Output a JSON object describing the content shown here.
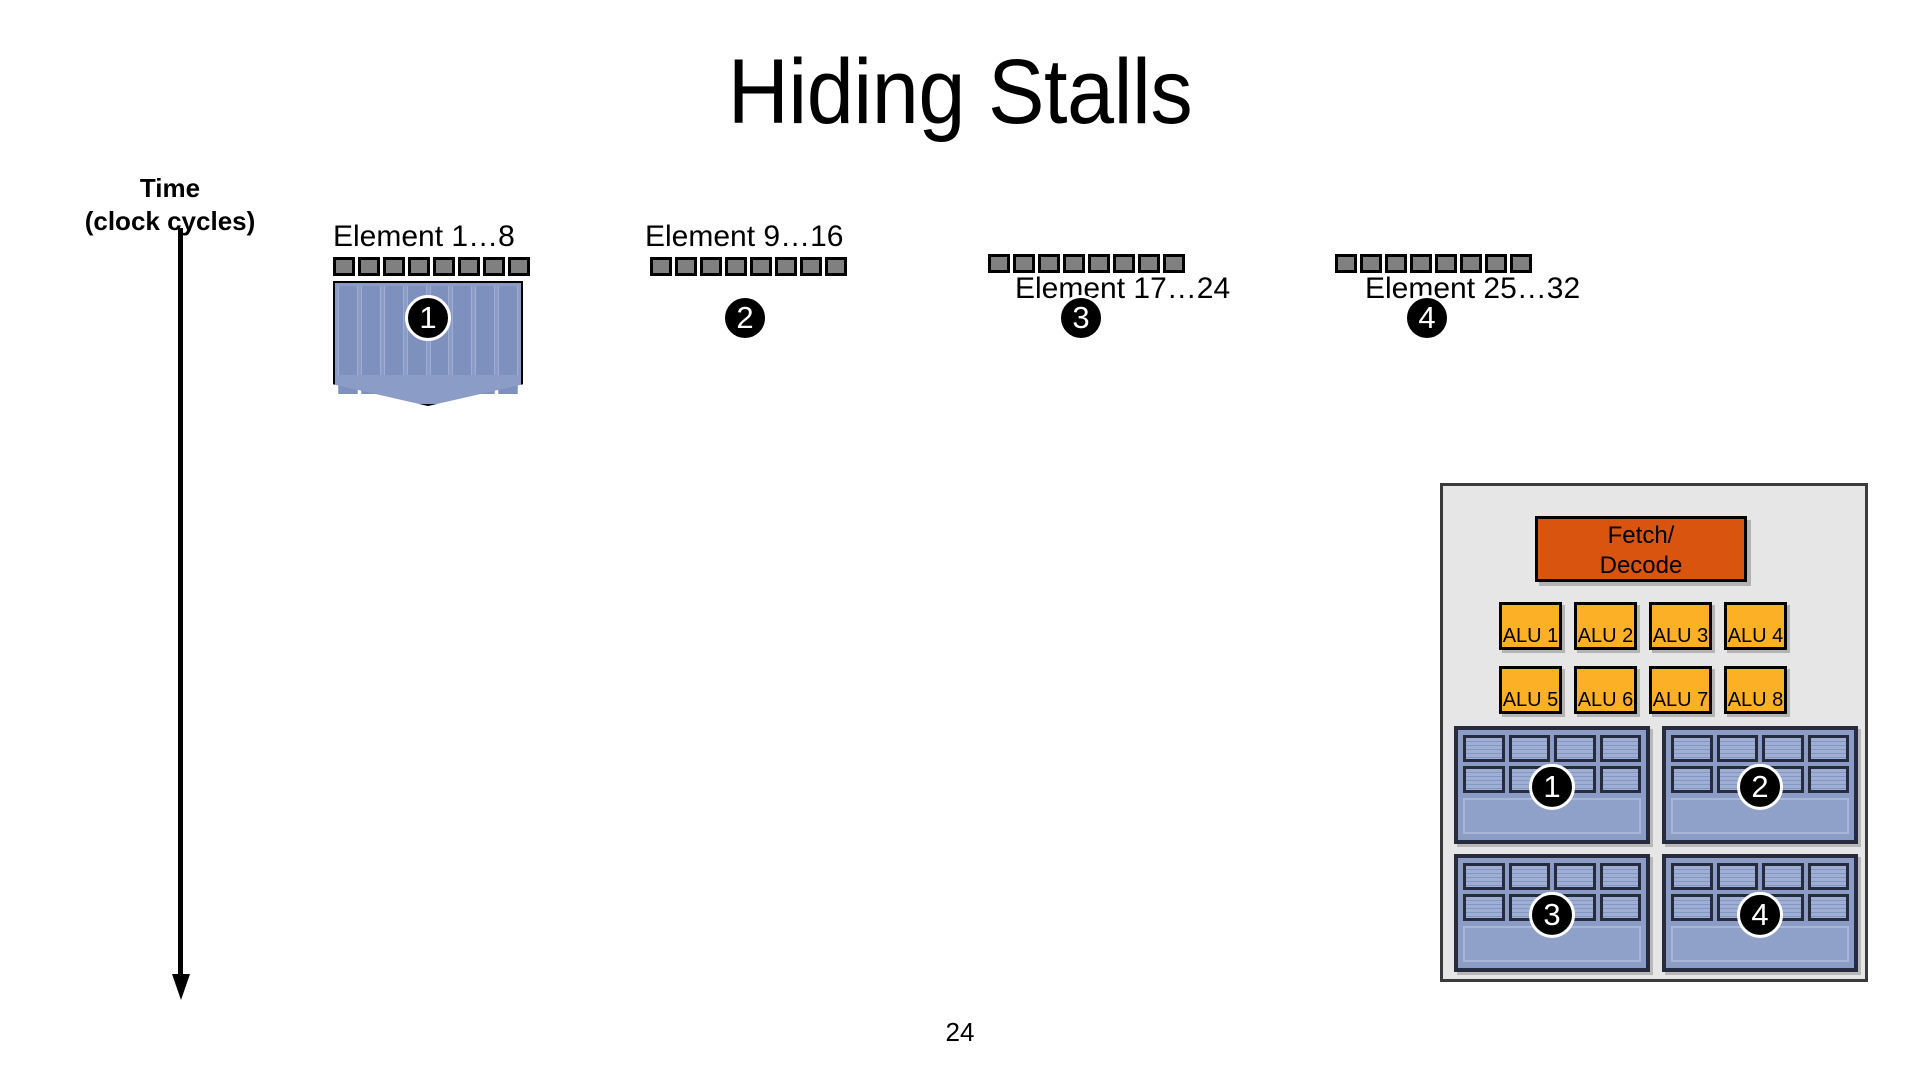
{
  "slide": {
    "title": "Hiding Stalls",
    "page_number": "24",
    "background_color": "#ffffff"
  },
  "time_axis": {
    "label_line1": "Time",
    "label_line2": "(clock cycles)",
    "arrow_direction": "down",
    "icon": "down-arrow-icon"
  },
  "element_groups": [
    {
      "caption": "Element 1…8",
      "badge": "1",
      "instruction_boxes": 8,
      "has_work_block": true,
      "work_lanes": 8
    },
    {
      "caption": "Element 9…16",
      "badge": "2",
      "instruction_boxes": 8,
      "has_work_block": false,
      "work_lanes": 0
    },
    {
      "caption": "Element 17…24",
      "badge": "3",
      "instruction_boxes": 8,
      "has_work_block": false,
      "work_lanes": 0
    },
    {
      "caption": "Element 25…32",
      "badge": "4",
      "instruction_boxes": 8,
      "has_work_block": false,
      "work_lanes": 0
    }
  ],
  "processor": {
    "fetch_decode_label": "Fetch/\nDecode",
    "fetch_decode_color": "#d8540f",
    "alu_color": "#fcb026",
    "chip_color": "#e6e6e6",
    "context_color": "#8b9cc6",
    "alus": [
      "ALU 1",
      "ALU 2",
      "ALU 3",
      "ALU 4",
      "ALU 5",
      "ALU 6",
      "ALU 7",
      "ALU 8"
    ],
    "contexts": [
      {
        "badge": "1"
      },
      {
        "badge": "2"
      },
      {
        "badge": "3"
      },
      {
        "badge": "4"
      }
    ]
  },
  "colors": {
    "instruction_box": "#808080",
    "badge_fill": "#000000",
    "badge_text": "#ffffff",
    "outline": "#000000"
  }
}
